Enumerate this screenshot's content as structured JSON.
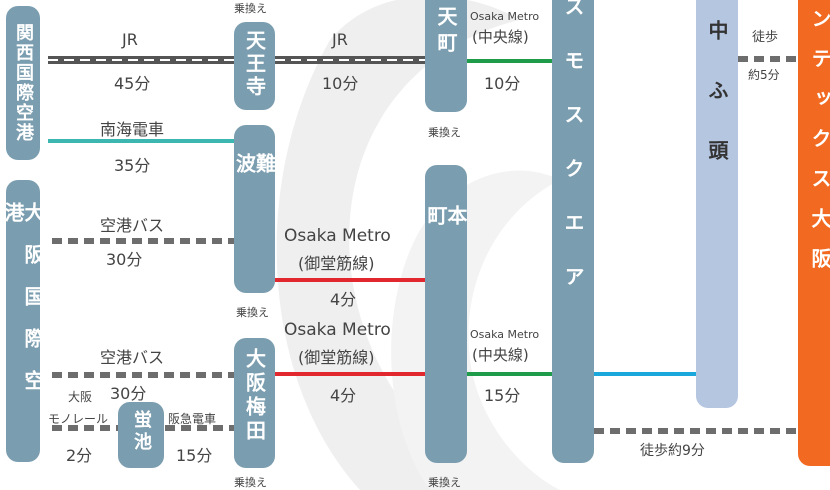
{
  "colors": {
    "station": "#7a9daf",
    "lightStation": "#b5c6e1",
    "orange": "#f26a21",
    "teal": "#3cb6b0",
    "red": "#e0282e",
    "green": "#1e9c4a",
    "blue": "#1aa7dc",
    "dash": "#6d6d6d"
  },
  "stations": {
    "kansai": "関西国際空港",
    "tennoji": "天王寺",
    "tenma": "天町",
    "namba": "難波",
    "honmachi": "本町",
    "osaka_itami": "大阪国際空港",
    "hotarugaike": "蛍池",
    "umeda": "大阪梅田",
    "cosmo": "スモスクエア",
    "nakafuto": "中ふ頭",
    "intex": "ンテックス大阪"
  },
  "routes": {
    "jr_label": "JR",
    "jr_45": "45分",
    "jr_label_2": "JR",
    "jr_10": "10分",
    "nankai": "南海電車",
    "nankai_time": "35分",
    "bus1": "空港バス",
    "bus1_time": "30分",
    "bus2": "空港バス",
    "bus2_time": "30分",
    "midosuji_1a": "Osaka Metro",
    "midosuji_1b": "(御堂筋線)",
    "midosuji_1t": "4分",
    "midosuji_2a": "Osaka Metro",
    "midosuji_2b": "(御堂筋線)",
    "midosuji_2t": "4分",
    "chuo_1a": "Osaka Metro",
    "chuo_1b": "(中央線)",
    "chuo_1t": "10分",
    "chuo_2a": "Osaka Metro",
    "chuo_2b": "(中央線)",
    "chuo_2t": "15分",
    "monorail_a": "大阪",
    "monorail_b": "モノレール",
    "monorail_t": "2分",
    "hankyu": "阪急電車",
    "hankyu_t": "15分",
    "walk1": "徒歩",
    "walk1_t": "約5分",
    "walk2": "徒歩約9分"
  },
  "transfer": {
    "t1": "乗換え",
    "t2": "乗換え",
    "t3": "乗換え",
    "t4": "乗換え",
    "t5": "乗換え"
  }
}
